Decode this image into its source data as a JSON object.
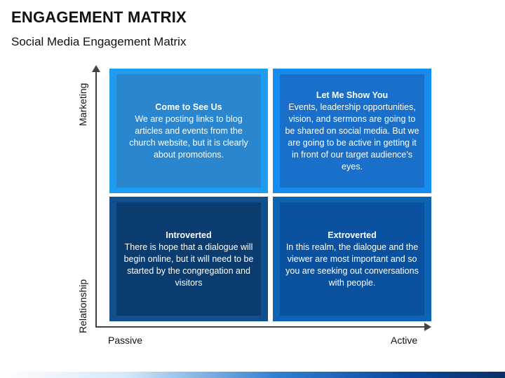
{
  "title": "ENGAGEMENT MATRIX",
  "subtitle": "Social Media Engagement Matrix",
  "axes": {
    "y_top": "Marketing",
    "y_bottom": "Relationship",
    "x_left": "Passive",
    "x_right": "Active"
  },
  "quadrants": {
    "top_left": {
      "title": "Come to See Us",
      "body": "We are posting links to blog articles and events from the church website, but it is clearly about promotions."
    },
    "top_right": {
      "title": "Let Me Show You",
      "body": "Events, leadership opportunities, vision, and sermons are going to be shared on social media. But we are going to be active in getting it in front of our target audience’s eyes."
    },
    "bottom_left": {
      "title": "Introverted",
      "body": "There is hope that a dialogue will begin online, but it will need to be started by the congregation and visitors"
    },
    "bottom_right": {
      "title": "Extroverted",
      "body": "In this realm, the dialogue and the viewer are most important and so you are seeking out conversations with people."
    }
  },
  "colors": {
    "top_left": "#2a86cf",
    "top_right": "#1a6fca",
    "bottom_left": "#0b3c70",
    "bottom_right": "#0a52a0"
  }
}
